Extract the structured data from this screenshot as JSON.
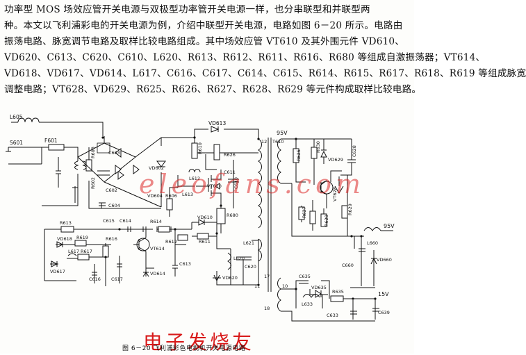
{
  "article": {
    "lines": [
      "功率型 MOS 场效应管开关电源与双极型功率管开关电源一样，也分串联型和并联型两",
      "种。本文以飞利浦彩电的开关电源为例，介绍中联型开关电源，电路如图 6－20 所示。电路由",
      "振荡电路、脉宽调节电路及取样比较电路组成。其中场效应管 VT610 及其外围元件 VD610、",
      "VD620、C613、C620、C610、L620、R613、R612、R611、R616、R680 等组成自激振荡器；VT614、",
      "VD618、VD617、VD614、L617、C616、C617、C614、C615、R614、R615、R617、R618、R619 等组成脉宽",
      "调整电路；VT628、VD629、R625、R626、R627、R628、R629 等元件构成取样比较电路。"
    ]
  },
  "figure": {
    "caption": "图 6－20  飞利浦彩色电视机开关电源电路",
    "watermark": "eleofans.com",
    "stamp": "电子发烧友",
    "labels": {
      "L605": "L605",
      "S601": "S601",
      "F601": "F601",
      "R608": "R608",
      "R602": "R602",
      "C603": "C603",
      "C602": "C602",
      "C604": "C604",
      "VD613": "VD613",
      "R626": "R626",
      "R610": "R610",
      "R611_top": "R611",
      "C611": "C611",
      "L612": "L612",
      "VT610": "VT610",
      "L613": "L613",
      "C610": "C610",
      "VD602": "VD602",
      "R606": "R606",
      "VD604": "VD604",
      "T610": "T610",
      "v95_top": "95V",
      "pin12": "12",
      "R625": "R625",
      "VD629": "VD629",
      "R630": "R630",
      "C628": "C628",
      "VT628": "VT628",
      "R627": "R627",
      "R628": "R628",
      "R629": "R629",
      "R680": "R680",
      "R613": "R613",
      "C615": "C615",
      "C614": "C614",
      "R614": "R614",
      "VD610": "VD610",
      "R611": "R611",
      "R612": "R612",
      "VT614": "VT614",
      "C613": "C613",
      "VD614": "VD614",
      "VD618": "VD618",
      "R619": "R619",
      "R616": "R616",
      "L617": "L617",
      "R617": "R617",
      "VD617": "VD617",
      "C616": "C616",
      "C617": "C617",
      "L621": "L621",
      "L620": "L620",
      "C620": "C620",
      "VD620": "VD620",
      "pin10": "10",
      "pin11": "11",
      "pin17": "17",
      "pin18": "18",
      "L660": "L660",
      "v95_right": "95V",
      "C660": "C660",
      "VD660": "VD660",
      "C635": "C635",
      "VD635": "VD635",
      "L633": "L633",
      "R635": "R635",
      "C633": "C633",
      "v15": "15V",
      "C639": "C639"
    }
  }
}
